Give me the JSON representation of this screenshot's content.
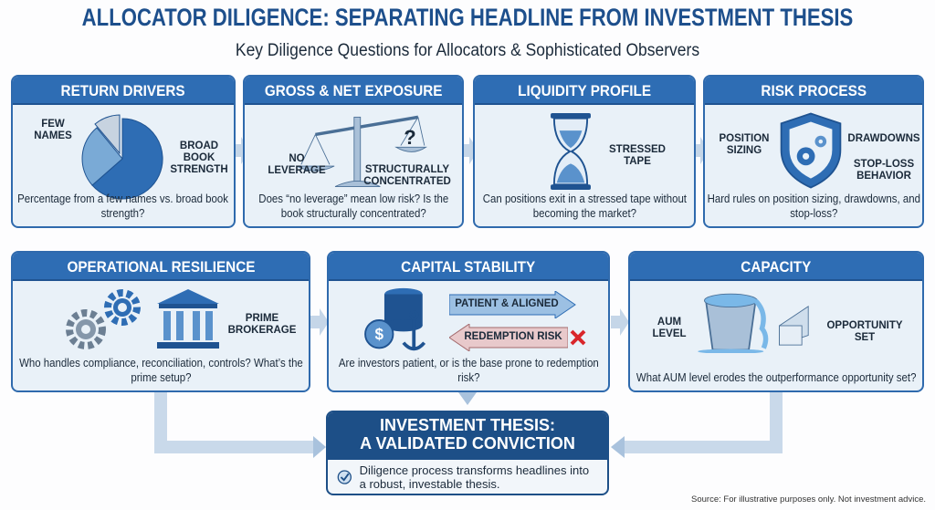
{
  "title": "ALLOCATOR DILIGENCE: SEPARATING HEADLINE FROM INVESTMENT THESIS",
  "subtitle": "Key Diligence Questions for Allocators & Sophisticated Observers",
  "cards": [
    {
      "title": "RETURN DRIVERS",
      "labels": [
        "FEW NAMES",
        "BROAD BOOK STRENGTH"
      ],
      "question": "Percentage from a few names vs. broad book strength?"
    },
    {
      "title": "GROSS & NET EXPOSURE",
      "labels": [
        "NO LEVERAGE",
        "STRUCTURALLY CONCENTRATED",
        "?"
      ],
      "question": "Does “no leverage” mean low risk? Is the book structurally concentrated?"
    },
    {
      "title": "LIQUIDITY PROFILE",
      "labels": [
        "STRESSED TAPE"
      ],
      "question": "Can positions exit in a stressed tape without becoming the market?"
    },
    {
      "title": "RISK PROCESS",
      "labels": [
        "POSITION SIZING",
        "DRAWDOWNS",
        "STOP-LOSS BEHAVIOR"
      ],
      "question": "Hard rules on position sizing, drawdowns, and stop-loss?"
    },
    {
      "title": "OPERATIONAL RESILIENCE",
      "labels": [
        "PRIME BROKERAGE"
      ],
      "question": "Who handles compliance, reconciliation, controls? What’s the prime setup?"
    },
    {
      "title": "CAPITAL STABILITY",
      "labels": [
        "PATIENT & ALIGNED",
        "REDEMPTION RISK"
      ],
      "question": "Are investors patient, or is the base prone to redemption risk?"
    },
    {
      "title": "CAPACITY",
      "labels": [
        "AUM LEVEL",
        "OPPORTUNITY SET"
      ],
      "question": "What AUM level erodes the outperformance opportunity set?"
    }
  ],
  "thesis": {
    "title_line1": "INVESTMENT THESIS:",
    "title_line2": "A VALIDATED CONVICTION",
    "text": "Diligence process transforms headlines into a robust, investable thesis."
  },
  "source": "Source: For illustrative purposes only. Not investment advice.",
  "colors": {
    "primary": "#2e6db4",
    "dark": "#1d4f87",
    "card_bg": "#e9f1f8",
    "alert": "#d9262b"
  }
}
